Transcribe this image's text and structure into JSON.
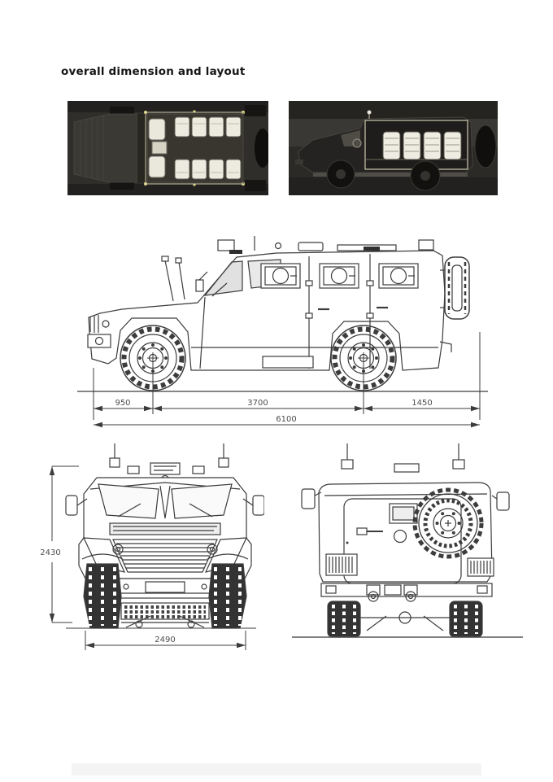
{
  "page": {
    "title": "overall dimension and layout",
    "background": "#ffffff"
  },
  "interior_photos": {
    "top_view": {
      "label": "top view interior seating layout render",
      "bg": "#302e2b",
      "seat_color": "#edebdf"
    },
    "side_cutaway": {
      "label": "side cutaway interior seating layout render",
      "bg": "#2b2a27",
      "seat_color": "#efede2"
    }
  },
  "side_elevation": {
    "dim_front_overhang": "950",
    "dim_wheelbase": "3700",
    "dim_rear_overhang": "1450",
    "dim_overall_length": "6100"
  },
  "front_elevation": {
    "dim_overall_height": "2430",
    "dim_overall_width": "2490"
  },
  "drawing": {
    "line_color": "#3c3c3c",
    "dim_text_color": "#4d4d4d"
  },
  "footer": {
    "watermark_color": "#f4f4f4"
  }
}
